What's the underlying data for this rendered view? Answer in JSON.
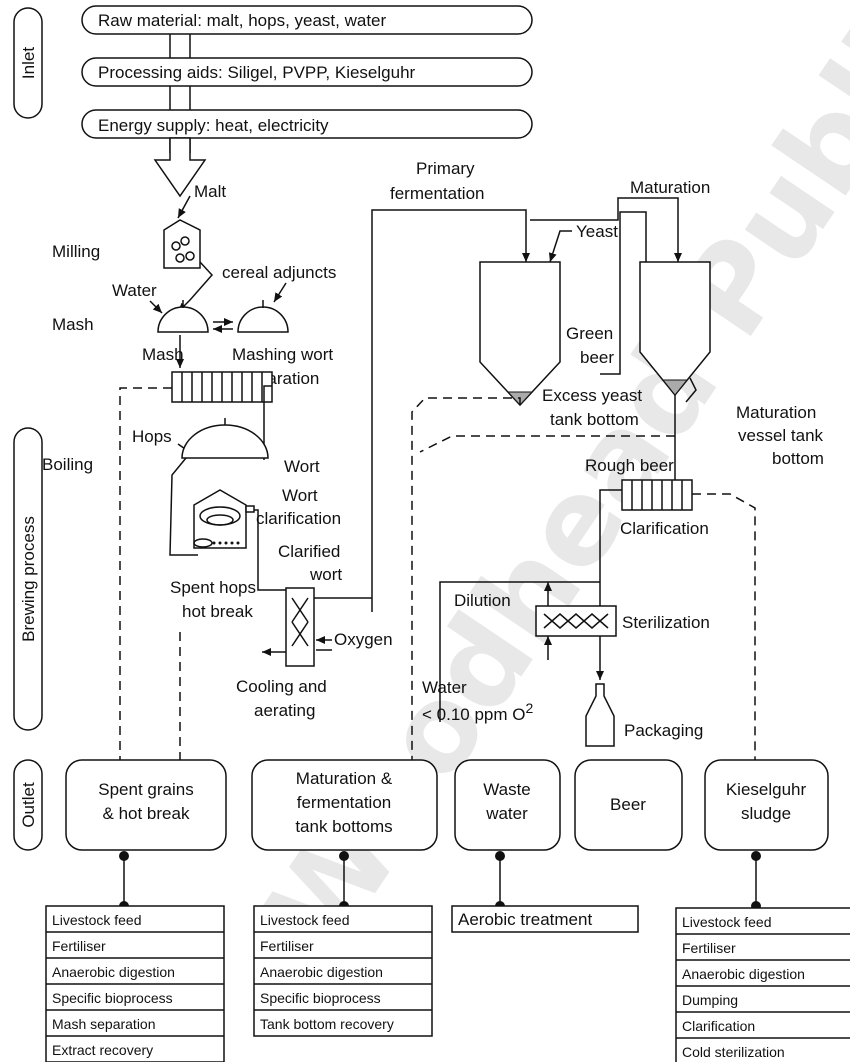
{
  "inlet": {
    "section_label": "Inlet",
    "raw_material": "Raw material: malt, hops, yeast, water",
    "processing_aids": "Processing aids: Siligel, PVPP, Kieselguhr",
    "energy_supply": "Energy supply: heat, electricity"
  },
  "process": {
    "section_label": "Brewing process",
    "malt": "Malt",
    "milling": "Milling",
    "cereal_adjuncts": "cereal adjuncts",
    "water": "Water",
    "mash": "Mash",
    "mash2": "Mash",
    "mashing_wort": "Mashing wort",
    "separation": "separation",
    "hops": "Hops",
    "boiling": "Boiling",
    "wort": "Wort",
    "wort_clarification_1": "Wort",
    "wort_clarification_2": "clarification",
    "clarified_1": "Clarified",
    "clarified_2": "wort",
    "spent_hops_1": "Spent hops",
    "spent_hops_2": "hot break",
    "oxygen": "Oxygen",
    "cooling_1": "Cooling and",
    "cooling_2": "aerating",
    "primary_1": "Primary",
    "primary_2": "fermentation",
    "yeast": "Yeast",
    "maturation": "Maturation",
    "green_1": "Green",
    "green_2": "beer",
    "excess_1": "Excess yeast",
    "excess_2": "tank bottom",
    "mat_vessel_1": "Maturation",
    "mat_vessel_2": "vessel tank",
    "mat_vessel_3": "bottom",
    "rough_beer": "Rough beer",
    "clarification": "Clarification",
    "dilution": "Dilution",
    "sterilization": "Sterilization",
    "water2": "Water",
    "o2_value": "< 0.10 ppm O",
    "o2_sup": "2",
    "packaging": "Packaging"
  },
  "outlet": {
    "section_label": "Outlet",
    "boxes": [
      {
        "line1": "Spent grains",
        "line2": "& hot break"
      },
      {
        "line1": "Maturation &",
        "line2": "fermentation",
        "line3": "tank bottoms"
      },
      {
        "line1": "Waste",
        "line2": "water"
      },
      {
        "line1": "Beer"
      },
      {
        "line1": "Kieselguhr",
        "line2": "sludge"
      }
    ]
  },
  "uses": {
    "spent_grains": [
      "Livestock feed",
      "Fertiliser",
      "Anaerobic digestion",
      "Specific bioprocess",
      "Mash separation",
      "Extract recovery"
    ],
    "tank_bottoms": [
      "Livestock feed",
      "Fertiliser",
      "Anaerobic digestion",
      "Specific bioprocess",
      "Tank bottom recovery"
    ],
    "waste_water": [
      "Aerobic treatment"
    ],
    "kieselguhr": [
      "Livestock feed",
      "Fertiliser",
      "Anaerobic digestion",
      "Dumping",
      "Clarification",
      "Cold sterilization"
    ]
  },
  "watermark": "Woodhead Publishing Limited"
}
